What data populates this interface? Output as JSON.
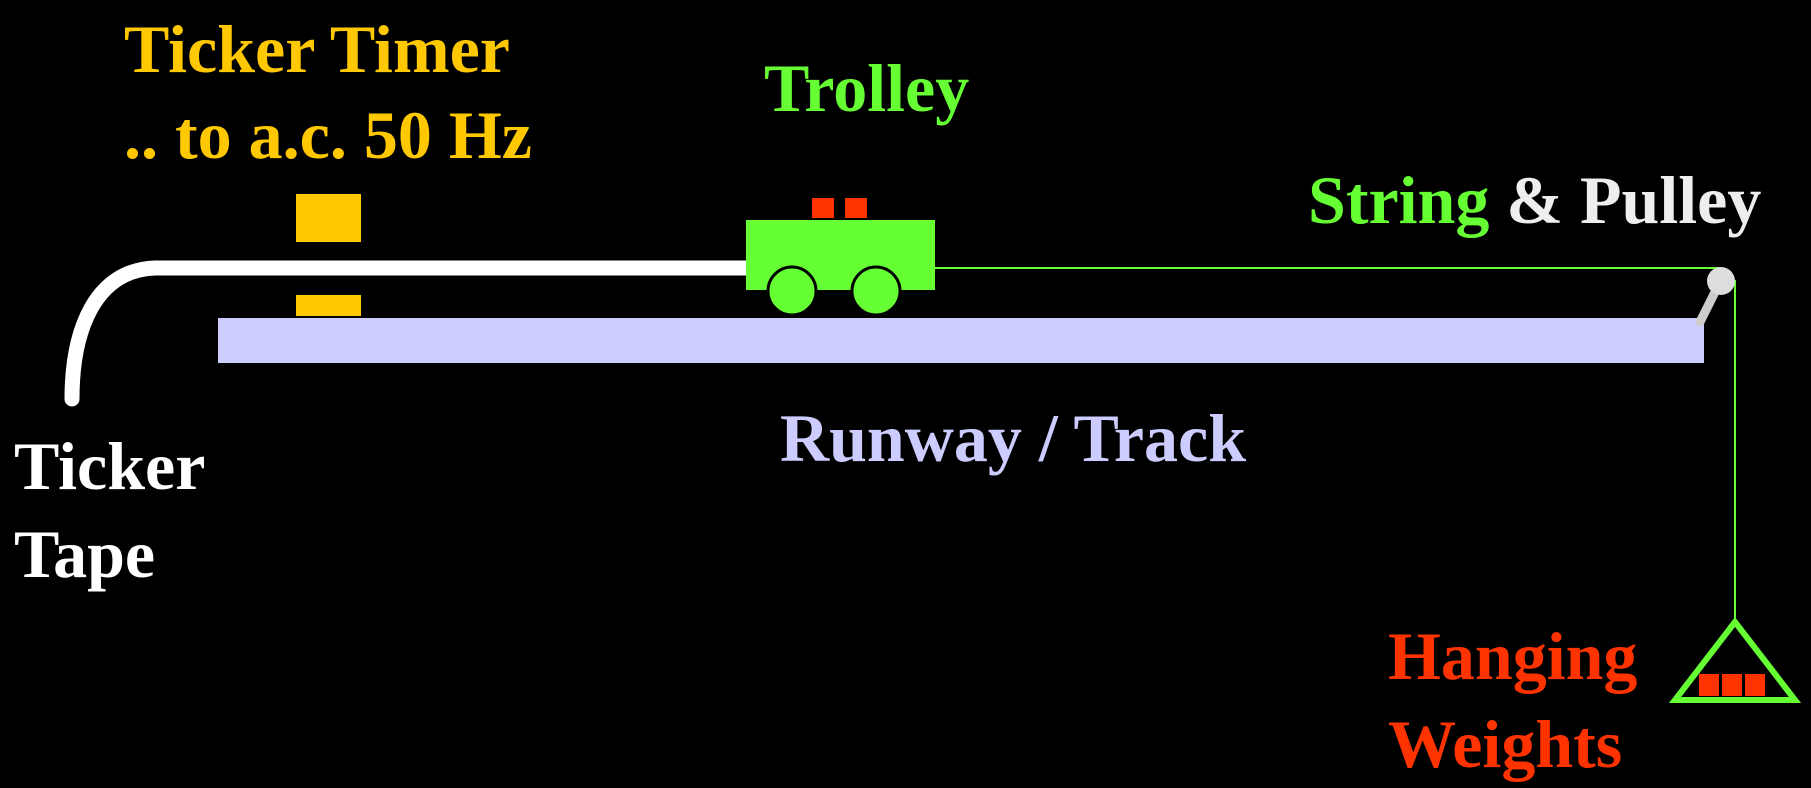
{
  "labels": {
    "ticker_timer": {
      "line1": "Ticker Timer",
      "line2": ".. to a.c. 50 Hz"
    },
    "trolley": "Trolley",
    "string": "String",
    "amp": "&",
    "pulley": "Pulley",
    "runway": "Runway / Track",
    "ticker_tape": {
      "line1": "Ticker",
      "line2": "Tape"
    },
    "hanging_weights": {
      "line1": "Hanging",
      "line2": "Weights"
    }
  },
  "colors": {
    "background": "#000000",
    "timer": "#FFC800",
    "trolley": "#66FF33",
    "string": "#66FF33",
    "pulley_text": "#EEEEEE",
    "tape": "#FFFFFF",
    "track": "#CCCCFF",
    "weights": "#FF3300"
  }
}
